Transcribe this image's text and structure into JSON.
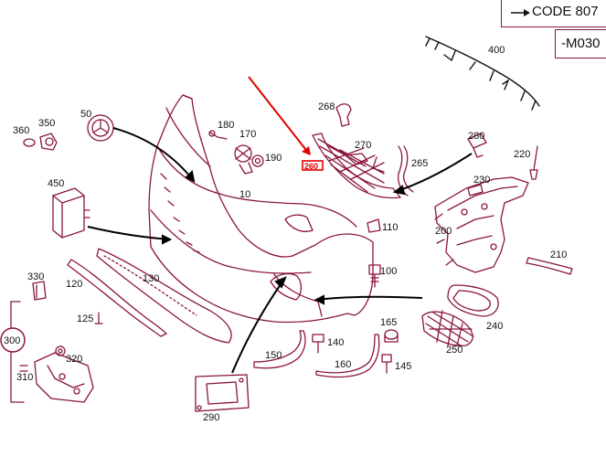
{
  "header": {
    "code_label": "CODE 807",
    "variant_label": "-M030"
  },
  "highlight": {
    "part_number": "260",
    "color": "#cc0000"
  },
  "colors": {
    "line": "#8a1538",
    "arrow": "#000000",
    "highlight": "#e00000"
  },
  "parts": [
    {
      "id": "p10",
      "label": "10"
    },
    {
      "id": "p50",
      "label": "50"
    },
    {
      "id": "p100",
      "label": "100"
    },
    {
      "id": "p110",
      "label": "110"
    },
    {
      "id": "p120",
      "label": "120"
    },
    {
      "id": "p125",
      "label": "125"
    },
    {
      "id": "p130",
      "label": "130"
    },
    {
      "id": "p140",
      "label": "140"
    },
    {
      "id": "p145",
      "label": "145"
    },
    {
      "id": "p150",
      "label": "150"
    },
    {
      "id": "p160",
      "label": "160"
    },
    {
      "id": "p165",
      "label": "165"
    },
    {
      "id": "p170",
      "label": "170"
    },
    {
      "id": "p180",
      "label": "180"
    },
    {
      "id": "p190",
      "label": "190"
    },
    {
      "id": "p200",
      "label": "200"
    },
    {
      "id": "p210",
      "label": "210"
    },
    {
      "id": "p220",
      "label": "220"
    },
    {
      "id": "p230",
      "label": "230"
    },
    {
      "id": "p240",
      "label": "240"
    },
    {
      "id": "p250",
      "label": "250"
    },
    {
      "id": "p265",
      "label": "265"
    },
    {
      "id": "p268",
      "label": "268"
    },
    {
      "id": "p270",
      "label": "270"
    },
    {
      "id": "p280",
      "label": "280"
    },
    {
      "id": "p290",
      "label": "290"
    },
    {
      "id": "p300",
      "label": "300"
    },
    {
      "id": "p310",
      "label": "310"
    },
    {
      "id": "p320",
      "label": "320"
    },
    {
      "id": "p330",
      "label": "330"
    },
    {
      "id": "p350",
      "label": "350"
    },
    {
      "id": "p360",
      "label": "360"
    },
    {
      "id": "p400",
      "label": "400"
    },
    {
      "id": "p450",
      "label": "450"
    }
  ]
}
